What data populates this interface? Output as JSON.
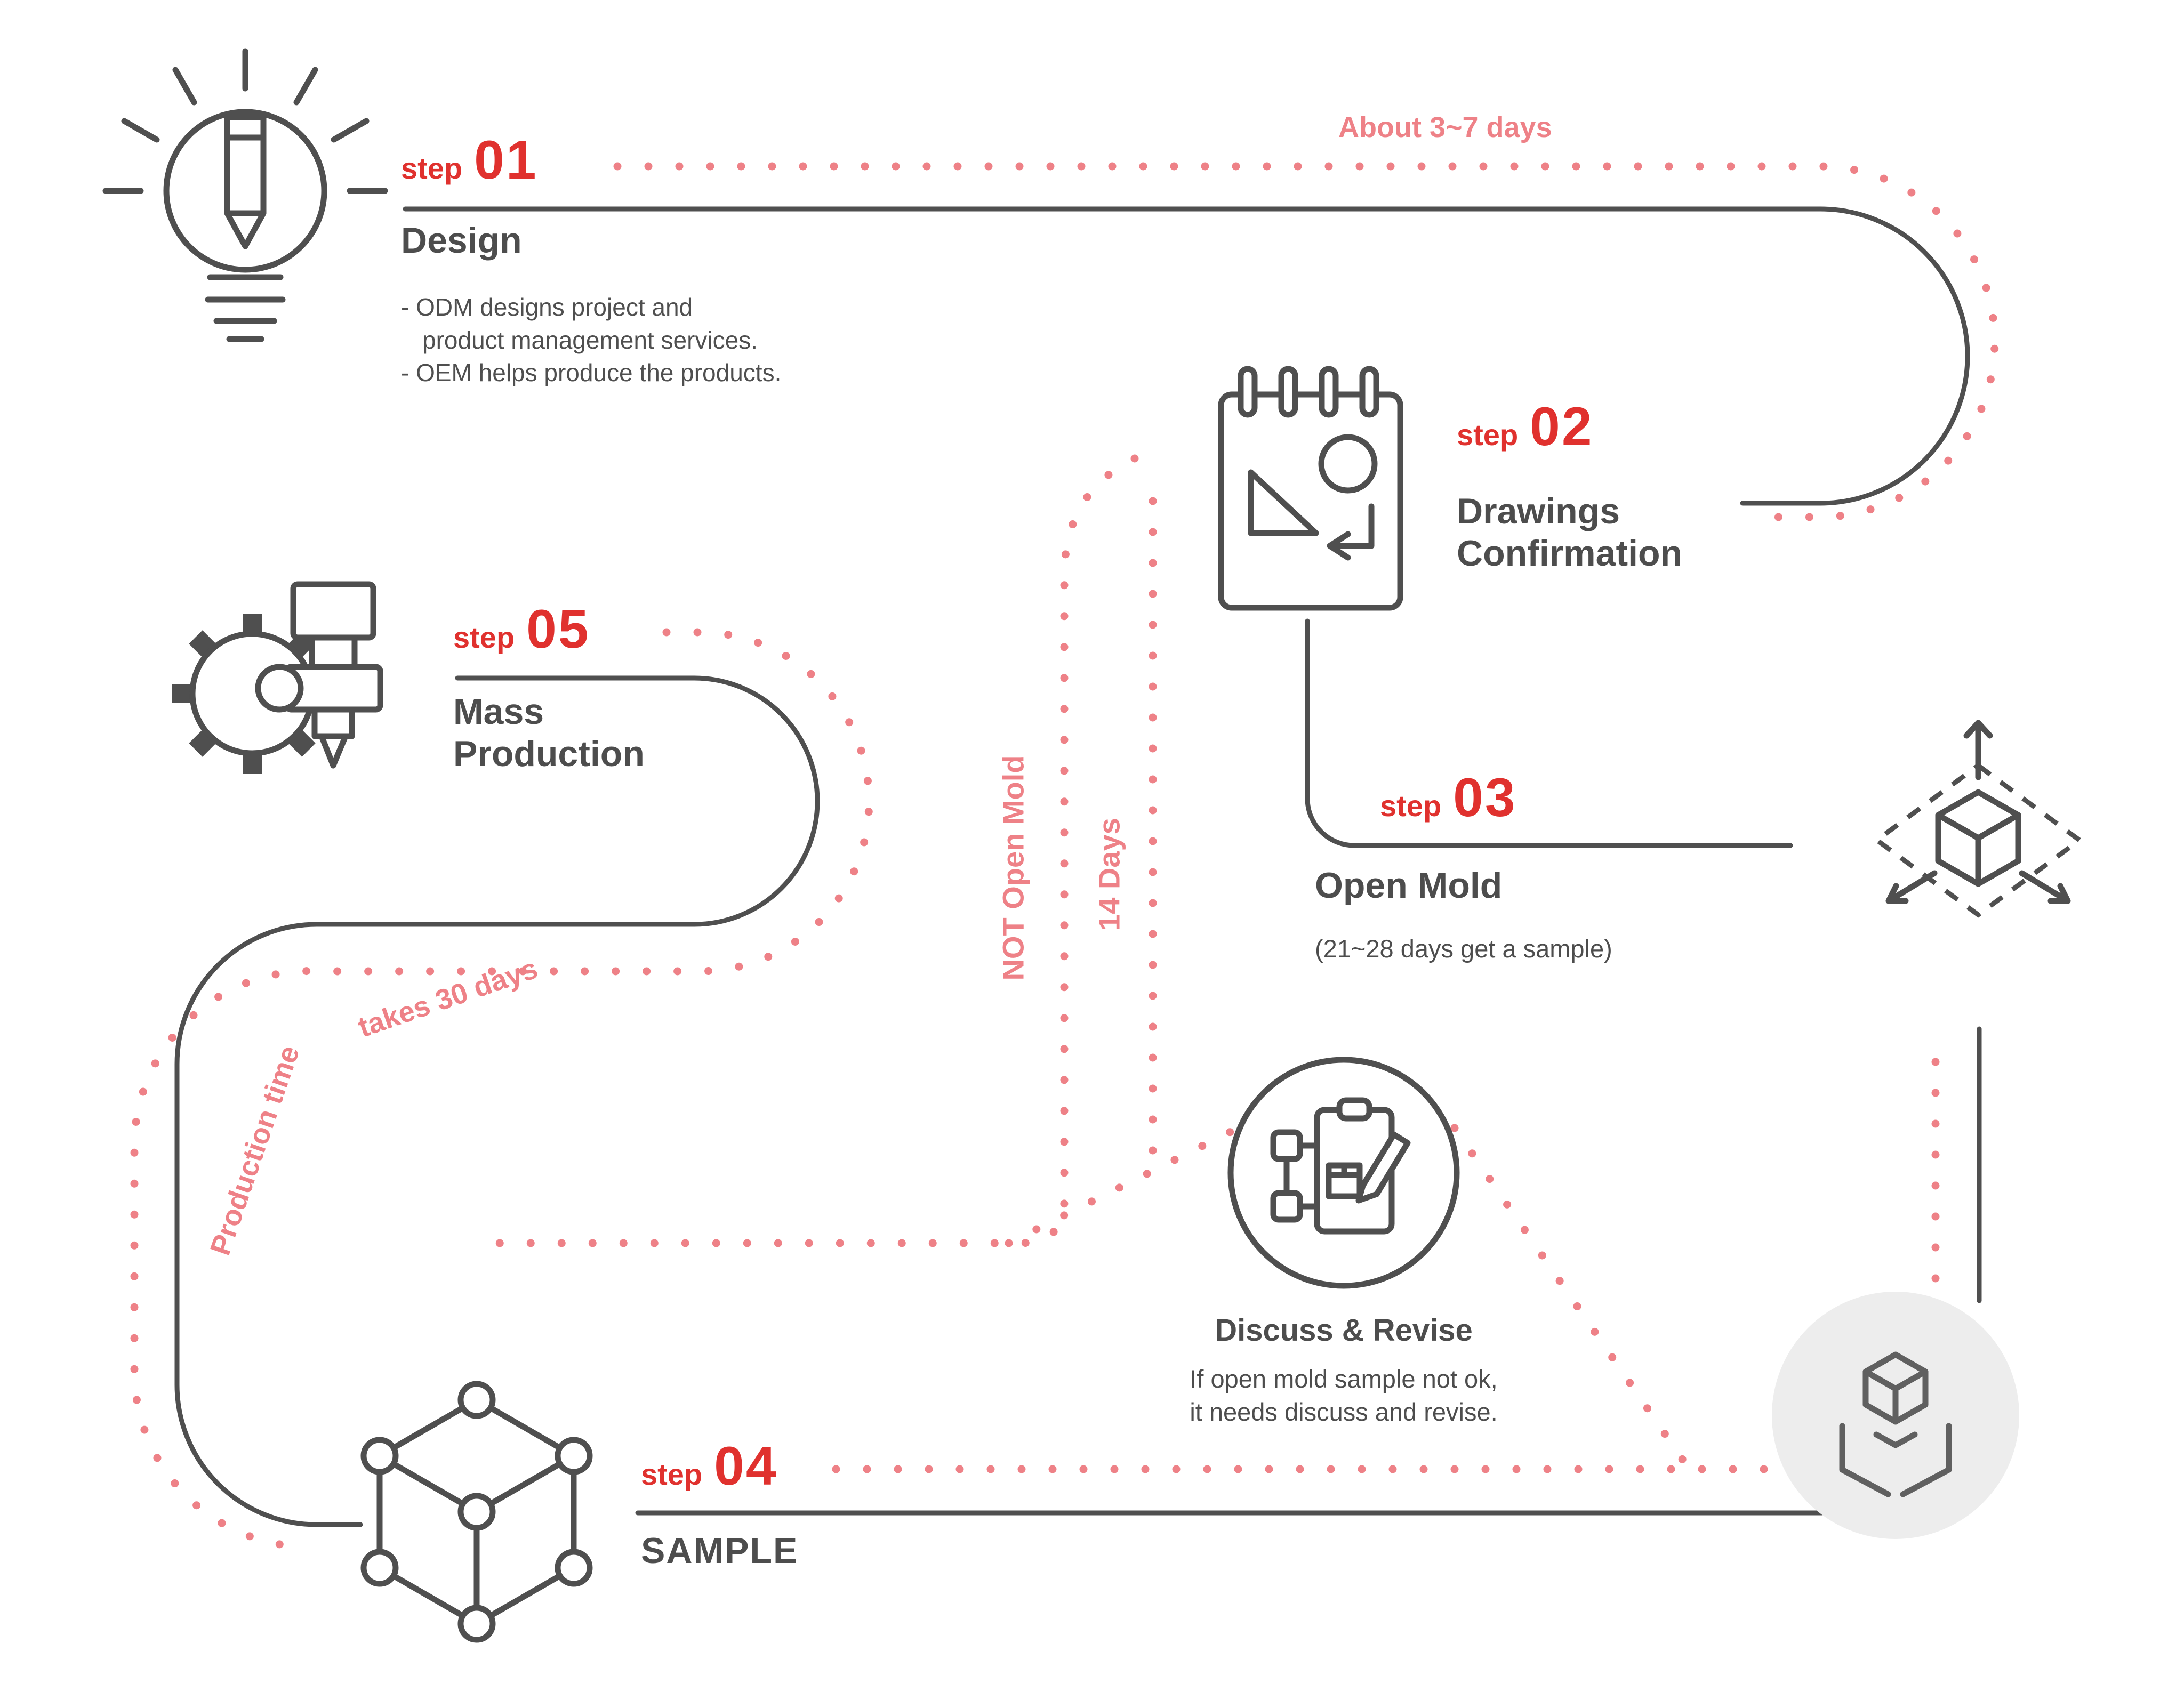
{
  "colors": {
    "line_dark": "#4f4f4f",
    "text_dark": "#4d4d4d",
    "accent_red": "#e0312e",
    "dot_pink": "#ee8187",
    "circle_gray": "#ededed"
  },
  "steps": [
    {
      "label": "step",
      "number": "01",
      "title": "Design",
      "desc_lines": [
        "- ODM designs project and",
        "product management services.",
        "- OEM helps produce the products."
      ]
    },
    {
      "label": "step",
      "number": "02",
      "title_line1": "Drawings",
      "title_line2": "Confirmation"
    },
    {
      "label": "step",
      "number": "03",
      "title": "Open Mold",
      "subtitle": "(21~28 days get a sample)"
    },
    {
      "label": "step",
      "number": "04",
      "title": "SAMPLE"
    },
    {
      "label": "step",
      "number": "05",
      "title_line1": "Mass",
      "title_line2": "Production"
    }
  ],
  "annotations": {
    "about_days": "About 3~7 days",
    "not_open_mold": "NOT Open Mold",
    "fourteen_days": "14 Days",
    "production_time": "Production time",
    "takes_30_days": "takes 30 days"
  },
  "discuss": {
    "title": "Discuss & Revise",
    "line1": "If open mold sample not ok,",
    "line2": "it needs discuss and revise."
  },
  "icons": {
    "step1": "idea-lightbulb-pencil-icon",
    "step2": "drawings-notepad-icon",
    "step3": "3d-axis-cube-icon",
    "step4": "cube-network-icon",
    "step5": "gear-machine-icon",
    "discuss": "clipboard-revise-icon",
    "print": "3d-print-platform-icon"
  }
}
